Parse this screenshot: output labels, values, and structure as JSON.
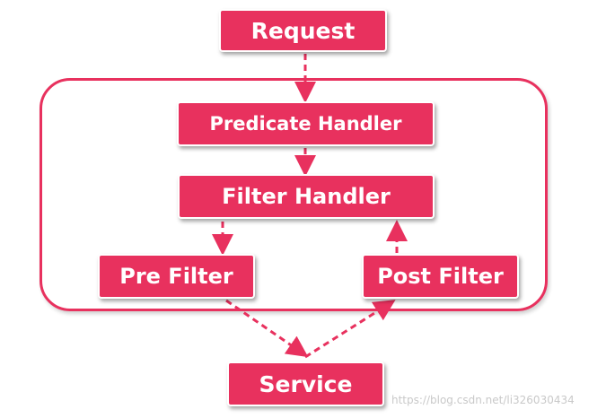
{
  "nodes": {
    "request": "Request",
    "predicate_handler": "Predicate Handler",
    "filter_handler": "Filter Handler",
    "pre_filter": "Pre Filter",
    "post_filter": "Post Filter",
    "service": "Service"
  },
  "watermark": "https://blog.csdn.net/li326030434",
  "colors": {
    "accent": "#e8315e",
    "text_on_accent": "#ffffff"
  }
}
